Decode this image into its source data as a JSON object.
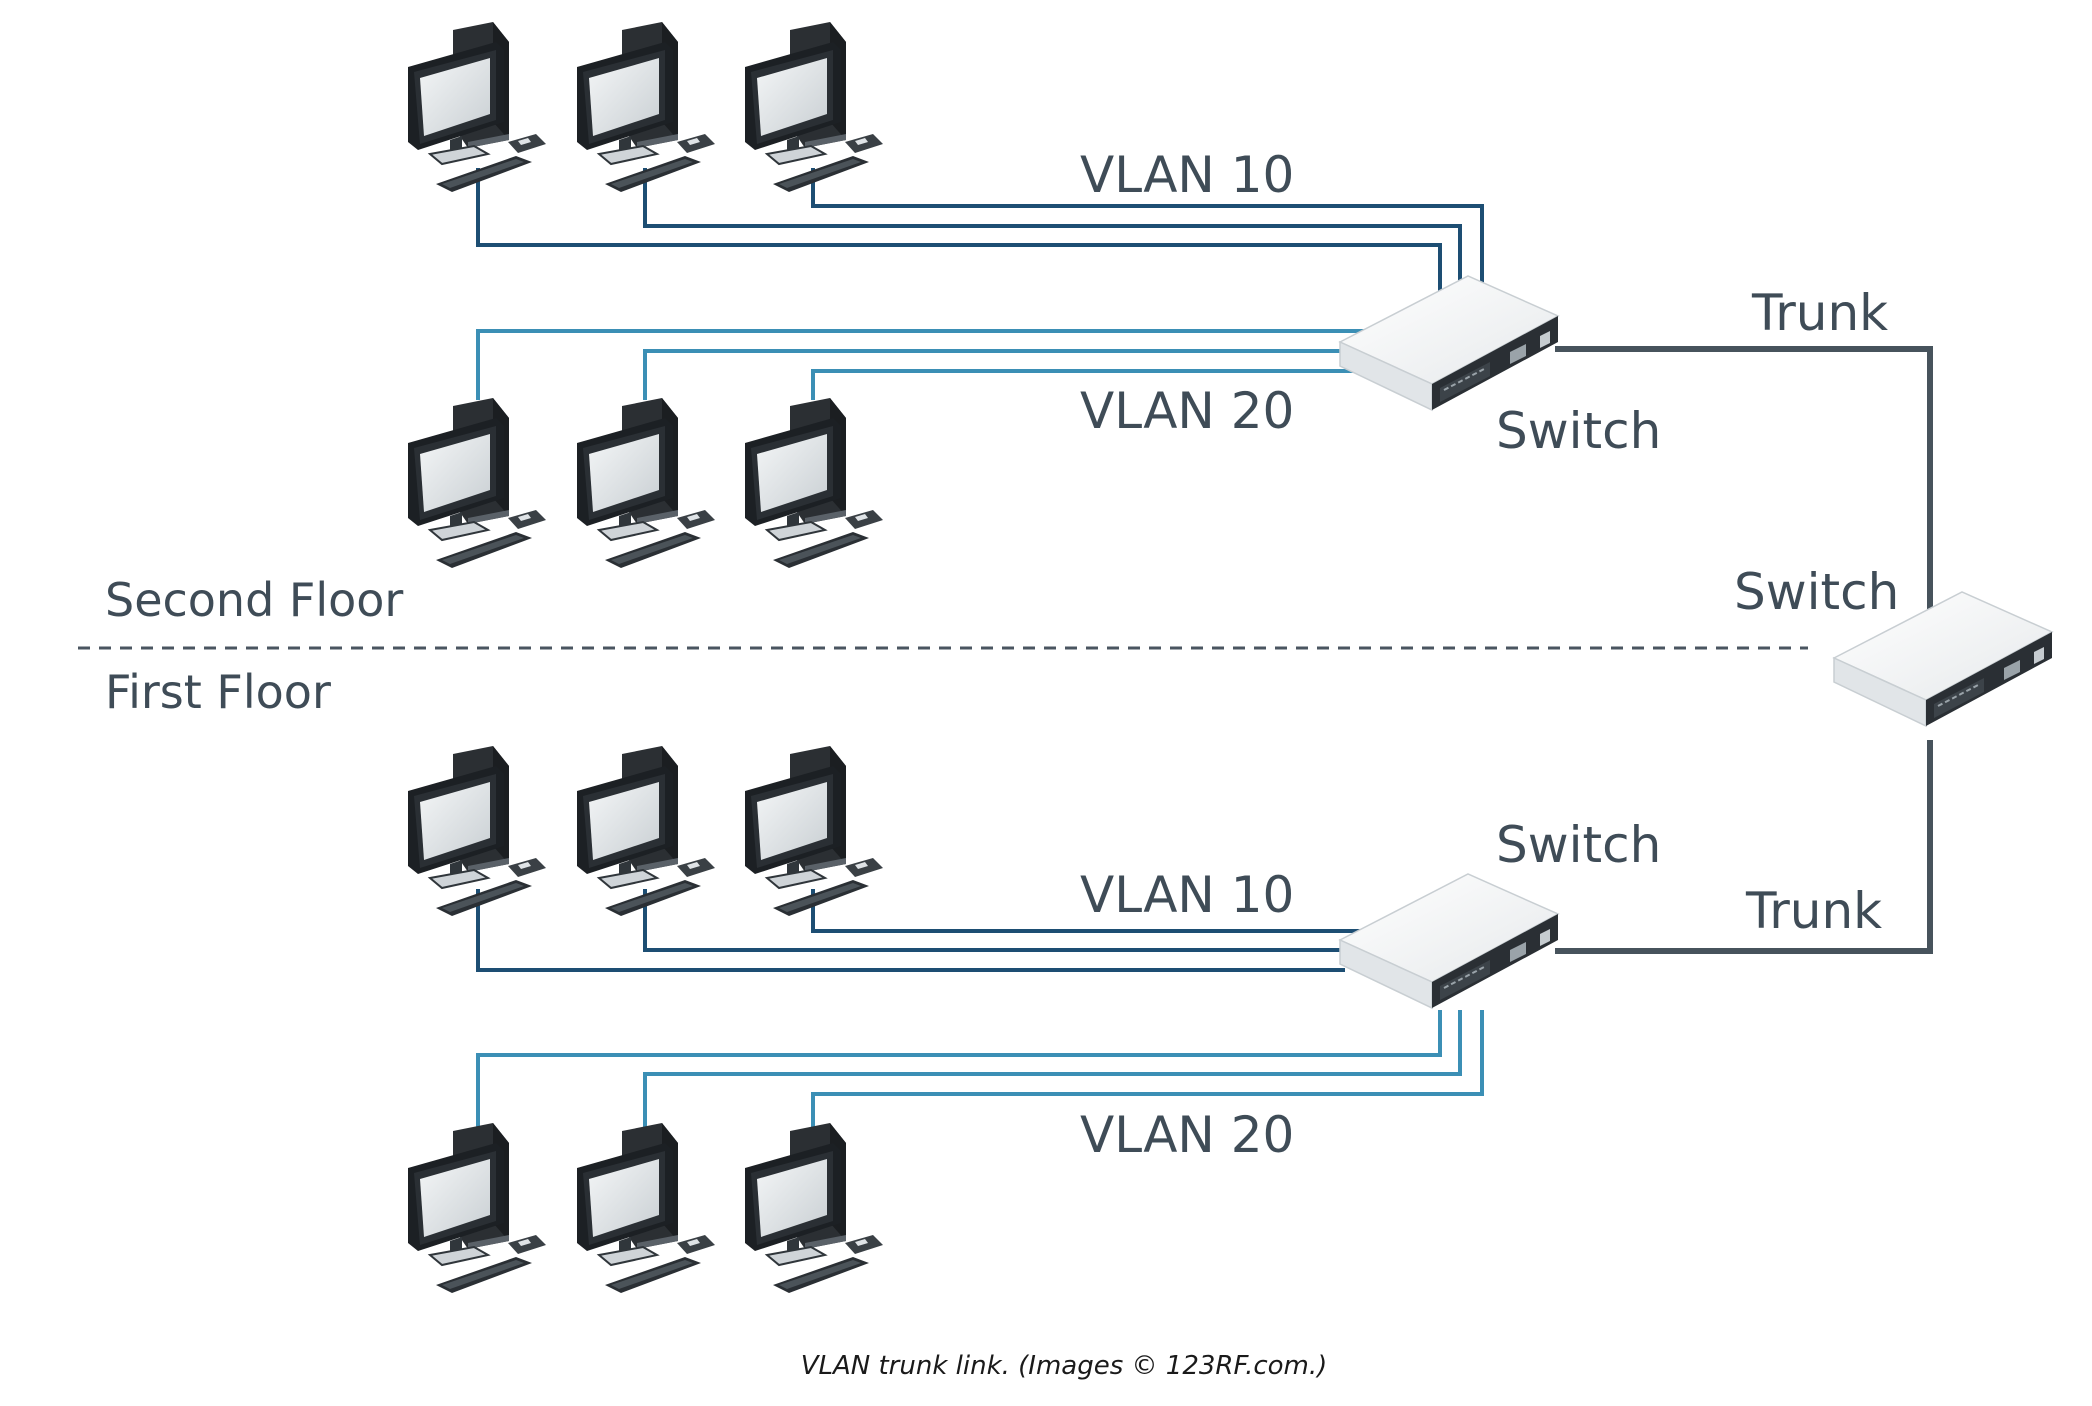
{
  "second_floor": {
    "label": "Second Floor",
    "switch_label": "Switch",
    "vlan10_label": "VLAN 10",
    "vlan20_label": "VLAN 20",
    "trunk_label": "Trunk"
  },
  "first_floor": {
    "label": "First Floor",
    "switch_label": "Switch",
    "vlan10_label": "VLAN 10",
    "vlan20_label": "VLAN 20",
    "trunk_label": "Trunk"
  },
  "core": {
    "switch_label": "Switch"
  },
  "caption": "VLAN trunk link. (Images © 123RF.com.)",
  "colors": {
    "vlan10": "#1d4e73",
    "vlan20": "#3b8fb5",
    "trunk": "#47535c",
    "label": "#3f4c57",
    "divider": "#4a5560"
  },
  "icons": {
    "computer": "desktop-computer-icon",
    "switch": "network-switch-icon"
  }
}
